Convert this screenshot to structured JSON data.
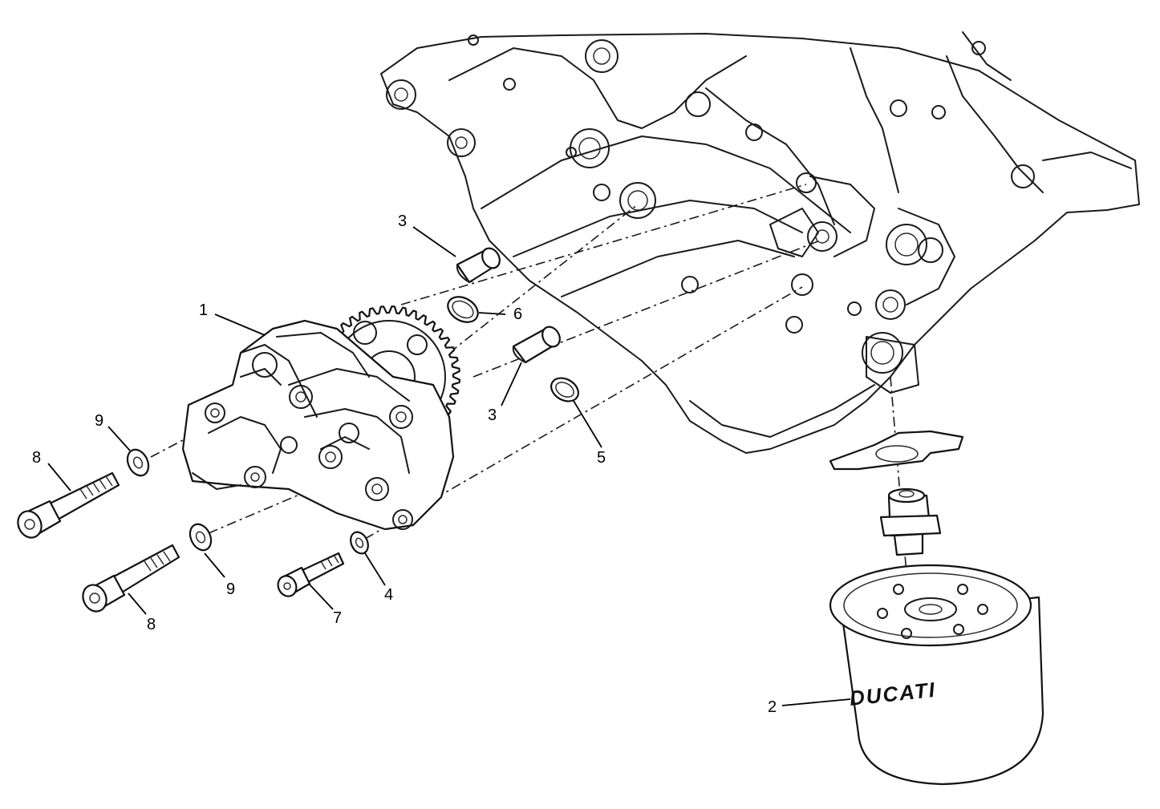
{
  "callouts": [
    {
      "id": "c1",
      "label": "1"
    },
    {
      "id": "c2",
      "label": "2"
    },
    {
      "id": "c3a",
      "label": "3"
    },
    {
      "id": "c3b",
      "label": "3"
    },
    {
      "id": "c4",
      "label": "4"
    },
    {
      "id": "c5",
      "label": "5"
    },
    {
      "id": "c6",
      "label": "6"
    },
    {
      "id": "c7",
      "label": "7"
    },
    {
      "id": "c8a",
      "label": "8"
    },
    {
      "id": "c8b",
      "label": "8"
    },
    {
      "id": "c9a",
      "label": "9"
    },
    {
      "id": "c9b",
      "label": "9"
    }
  ],
  "filter_brand": "DUCATI",
  "colors": {
    "line": "#1a1a1a",
    "background": "#ffffff"
  }
}
